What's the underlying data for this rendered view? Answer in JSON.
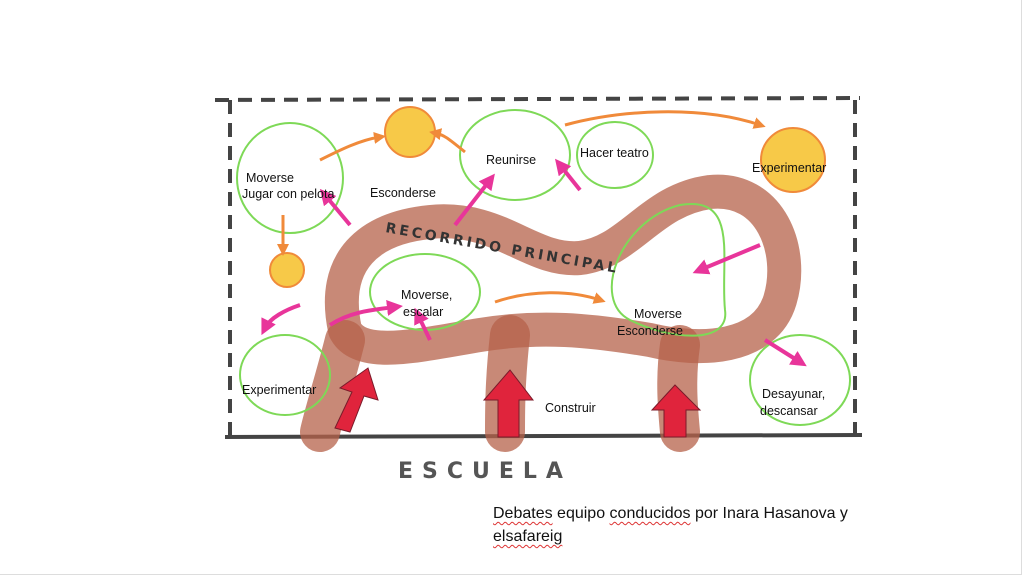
{
  "diagram": {
    "road_label": "RECORRIDO PRINCIPAL",
    "school_label": "ESCUELA",
    "zones": {
      "moverse_pelota": [
        "Moverse",
        "Jugar con pelota"
      ],
      "esconderse": "Esconderse",
      "reunirse": "Reunirse",
      "hacer_teatro": "Hacer teatro",
      "experimentar_top": "Experimentar",
      "moverse_escalar": [
        "Moverse,",
        "escalar"
      ],
      "moverse_esconderse": [
        "Moverse",
        "Esconderse"
      ],
      "experimentar_bottom": "Experimentar",
      "construir": "Construir",
      "desayunar": [
        "Desayunar,",
        "descansar"
      ]
    },
    "colors": {
      "road": "#a0522d",
      "zone": "#7ed957",
      "arrow": "#e8359a",
      "entry": "#e0243c",
      "ball": "#f7c948",
      "orange": "#f08a3a"
    }
  },
  "caption": {
    "word1": "Debates",
    "word2": "equipo",
    "word3": "conducidos",
    "rest": "por Inara Hasanova y",
    "line2": "elsafareig"
  }
}
